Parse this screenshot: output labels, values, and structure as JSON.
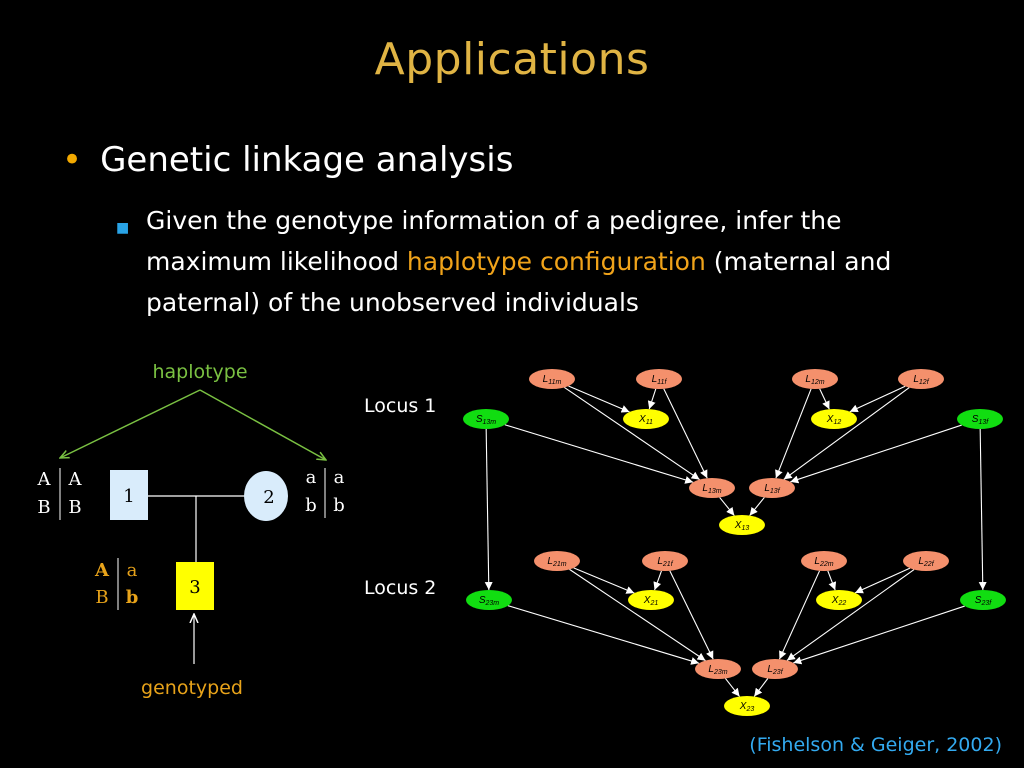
{
  "slide": {
    "title": "Applications",
    "bullet1": "Genetic linkage analysis",
    "bullet2_pre": "Given the genotype information of a pedigree, infer the maximum likelihood ",
    "bullet2_hl": "haplotype configuration",
    "bullet2_post": " (maternal and paternal) of the unobserved individuals",
    "citation": "(Fishelson & Geiger, 2002)"
  },
  "pedigree": {
    "haplotype_label": "haplotype",
    "genotyped_label": "genotyped",
    "ind1": {
      "id": "1",
      "alleles": [
        [
          "A",
          "A"
        ],
        [
          "B",
          "B"
        ]
      ]
    },
    "ind2": {
      "id": "2",
      "alleles": [
        [
          "a",
          "a"
        ],
        [
          "b",
          "b"
        ]
      ]
    },
    "ind3": {
      "id": "3",
      "alleles": [
        [
          "A",
          "a"
        ],
        [
          "B",
          "b"
        ]
      ]
    }
  },
  "network": {
    "locus1_label": "Locus 1",
    "locus2_label": "Locus 2",
    "nodes": {
      "L11m": {
        "base": "L",
        "sub": "11m",
        "kind": "L"
      },
      "L11f": {
        "base": "L",
        "sub": "11f",
        "kind": "L"
      },
      "L12m": {
        "base": "L",
        "sub": "12m",
        "kind": "L"
      },
      "L12f": {
        "base": "L",
        "sub": "12f",
        "kind": "L"
      },
      "S13m": {
        "base": "S",
        "sub": "13m",
        "kind": "S"
      },
      "S13f": {
        "base": "S",
        "sub": "13f",
        "kind": "S"
      },
      "X11": {
        "base": "X",
        "sub": "11",
        "kind": "X"
      },
      "X12": {
        "base": "X",
        "sub": "12",
        "kind": "X"
      },
      "L13m": {
        "base": "L",
        "sub": "13m",
        "kind": "L"
      },
      "L13f": {
        "base": "L",
        "sub": "13f",
        "kind": "L"
      },
      "X13": {
        "base": "X",
        "sub": "13",
        "kind": "X"
      },
      "L21m": {
        "base": "L",
        "sub": "21m",
        "kind": "L"
      },
      "L21f": {
        "base": "L",
        "sub": "21f",
        "kind": "L"
      },
      "L22m": {
        "base": "L",
        "sub": "22m",
        "kind": "L"
      },
      "L22f": {
        "base": "L",
        "sub": "22f",
        "kind": "L"
      },
      "S23m": {
        "base": "S",
        "sub": "23m",
        "kind": "S"
      },
      "S23f": {
        "base": "S",
        "sub": "23f",
        "kind": "S"
      },
      "X21": {
        "base": "X",
        "sub": "21",
        "kind": "X"
      },
      "X22": {
        "base": "X",
        "sub": "22",
        "kind": "X"
      },
      "L23m": {
        "base": "L",
        "sub": "23m",
        "kind": "L"
      },
      "L23f": {
        "base": "L",
        "sub": "23f",
        "kind": "L"
      },
      "X23": {
        "base": "X",
        "sub": "23",
        "kind": "X"
      }
    },
    "edges": [
      [
        "L11m",
        "X11"
      ],
      [
        "L11f",
        "X11"
      ],
      [
        "L11m",
        "L13m"
      ],
      [
        "L11f",
        "L13m"
      ],
      [
        "S13m",
        "L13m"
      ],
      [
        "L12m",
        "X12"
      ],
      [
        "L12f",
        "X12"
      ],
      [
        "L12m",
        "L13f"
      ],
      [
        "L12f",
        "L13f"
      ],
      [
        "S13f",
        "L13f"
      ],
      [
        "L13m",
        "X13"
      ],
      [
        "L13f",
        "X13"
      ],
      [
        "S13m",
        "S23m"
      ],
      [
        "S13f",
        "S23f"
      ],
      [
        "L21m",
        "X21"
      ],
      [
        "L21f",
        "X21"
      ],
      [
        "L21m",
        "L23m"
      ],
      [
        "L21f",
        "L23m"
      ],
      [
        "S23m",
        "L23m"
      ],
      [
        "L22m",
        "X22"
      ],
      [
        "L22f",
        "X22"
      ],
      [
        "L22m",
        "L23f"
      ],
      [
        "L22f",
        "L23f"
      ],
      [
        "S23f",
        "L23f"
      ],
      [
        "L23m",
        "X23"
      ],
      [
        "L23f",
        "X23"
      ]
    ],
    "colors": {
      "L": "#f4906c",
      "X": "#ffff00",
      "S": "#11dd11"
    }
  }
}
